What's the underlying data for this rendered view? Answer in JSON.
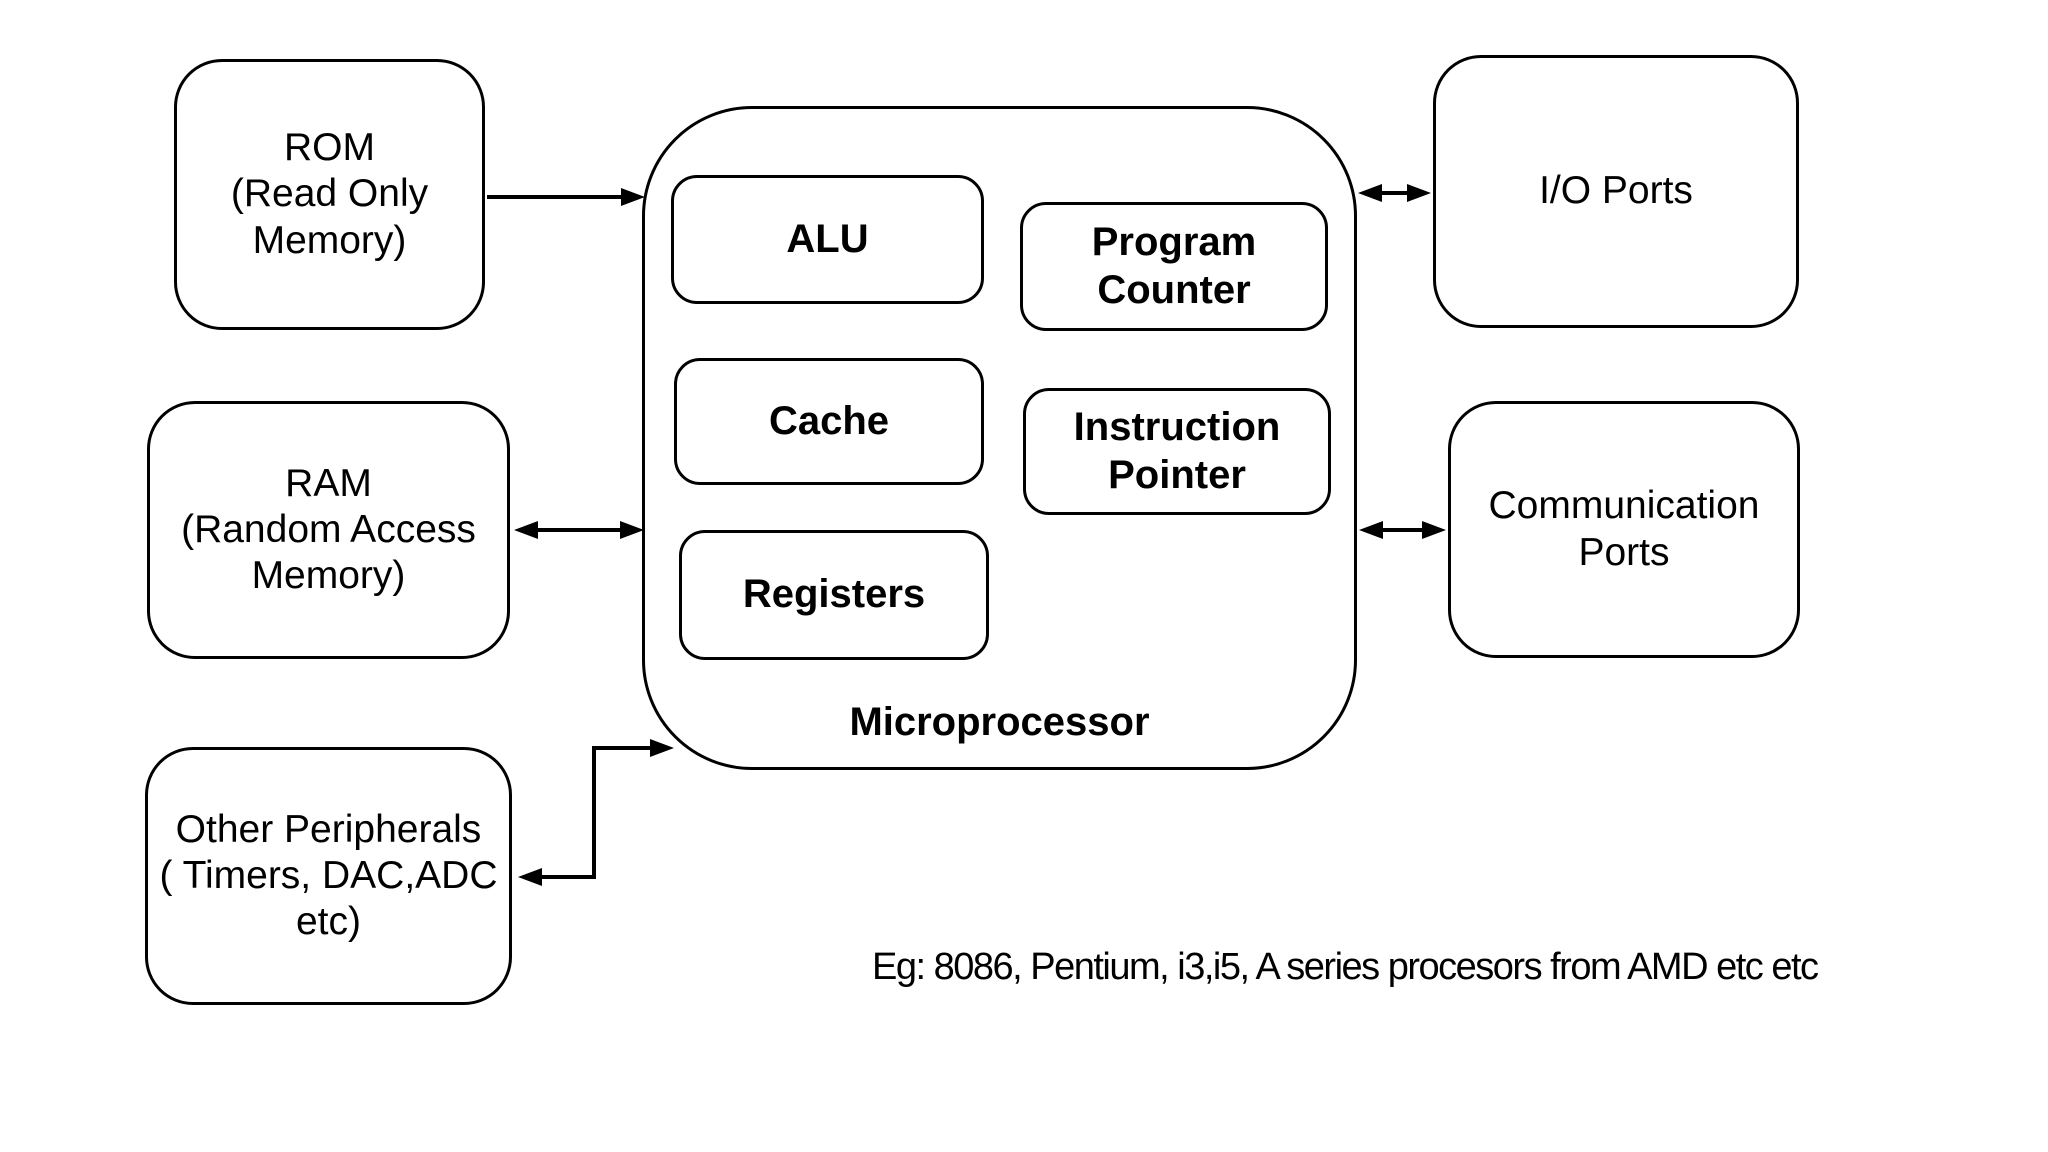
{
  "colors": {
    "background": "#ffffff",
    "line": "#000000",
    "text": "#000000"
  },
  "peripheral_boxes": {
    "rom": {
      "label": "ROM\n(Read Only\nMemory)"
    },
    "ram": {
      "label": "RAM\n(Random Access\nMemory)"
    },
    "other_peripherals": {
      "label": "Other Peripherals\n( Timers, DAC,ADC\netc)"
    },
    "io_ports": {
      "label": "I/O Ports"
    },
    "communication_ports": {
      "label": "Communication\nPorts"
    }
  },
  "microprocessor": {
    "label": "Microprocessor",
    "components": {
      "alu": {
        "label": "ALU"
      },
      "cache": {
        "label": "Cache"
      },
      "registers": {
        "label": "Registers"
      },
      "program_counter": {
        "label": "Program\nCounter"
      },
      "instruction_pointer": {
        "label": "Instruction\nPointer"
      }
    }
  },
  "connections": [
    {
      "from": "ROM",
      "to": "Microprocessor",
      "direction": "one-way"
    },
    {
      "from": "RAM",
      "to": "Microprocessor",
      "direction": "two-way"
    },
    {
      "from": "Microprocessor",
      "to": "I/O Ports",
      "direction": "two-way"
    },
    {
      "from": "Microprocessor",
      "to": "Communication Ports",
      "direction": "two-way"
    },
    {
      "from": "Other Peripherals",
      "to": "Microprocessor",
      "direction": "two-way"
    }
  ],
  "caption": "Eg: 8086, Pentium, i3,i5, A series procesors from AMD etc etc"
}
